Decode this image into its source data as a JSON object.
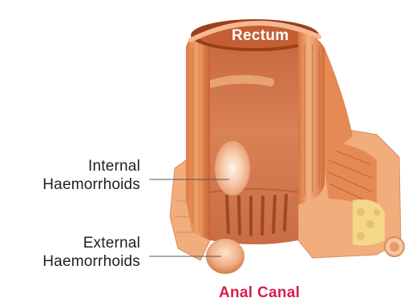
{
  "labels": {
    "rectum": "Rectum",
    "internal_line1": "Internal",
    "internal_line2": "Haemorrhoids",
    "external_line1": "External",
    "external_line2": "Haemorrhoids",
    "anal_canal": "Anal Canal"
  },
  "colors": {
    "anal_canal_label": "#d81e4e",
    "rectum_label": "#ffffff",
    "body_text": "#1f1f1f",
    "tissue_light": "#f5b98e",
    "tissue_mid": "#e2844f",
    "tissue_dark": "#b5522a",
    "fat": "#f3d889"
  }
}
